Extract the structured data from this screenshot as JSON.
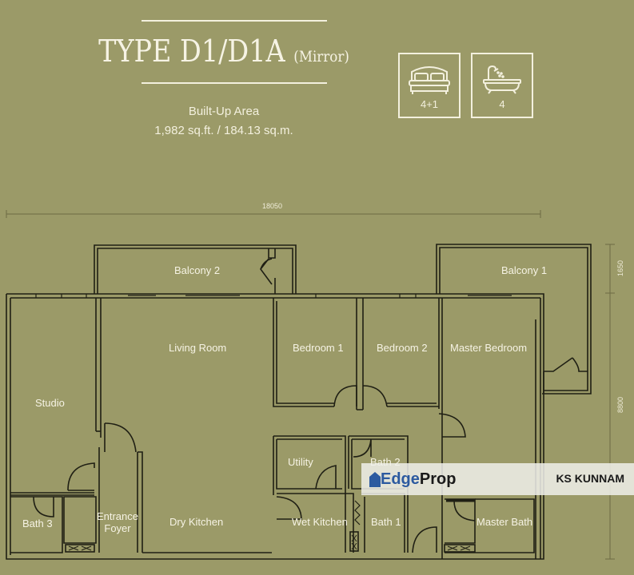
{
  "header": {
    "title": "TYPE D1/D1A",
    "title_suffix": "(Mirror)",
    "area_label": "Built-Up Area",
    "area_value": "1,982 sq.ft. / 184.13 sq.m."
  },
  "specs": {
    "bedrooms": {
      "icon": "bed-icon",
      "value": "4+1"
    },
    "bathrooms": {
      "icon": "bathtub-icon",
      "value": "4"
    }
  },
  "dimensions": {
    "width": "18050",
    "balcony_depth": "1650",
    "unit_depth": "8800"
  },
  "rooms": {
    "balcony_2": "Balcony 2",
    "balcony_1": "Balcony 1",
    "living_room": "Living Room",
    "bedroom_1": "Bedroom 1",
    "bedroom_2": "Bedroom 2",
    "master_bedroom": "Master Bedroom",
    "studio": "Studio",
    "utility": "Utility",
    "bath_2": "Bath 2",
    "bath_3": "Bath 3",
    "entrance_foyer_1": "Entrance",
    "entrance_foyer_2": "Foyer",
    "dry_kitchen": "Dry Kitchen",
    "wet_kitchen": "Wet Kitchen",
    "bath_1": "Bath 1",
    "master_bath": "Master Bath"
  },
  "watermark": {
    "logo_edge": "Edge",
    "logo_prop": "Prop",
    "agent": "KS KUNNAM"
  },
  "colors": {
    "background": "#9b9a68",
    "text": "#f3f0de",
    "walls": "#1f1f14",
    "logo_blue": "#2c5aa0"
  }
}
